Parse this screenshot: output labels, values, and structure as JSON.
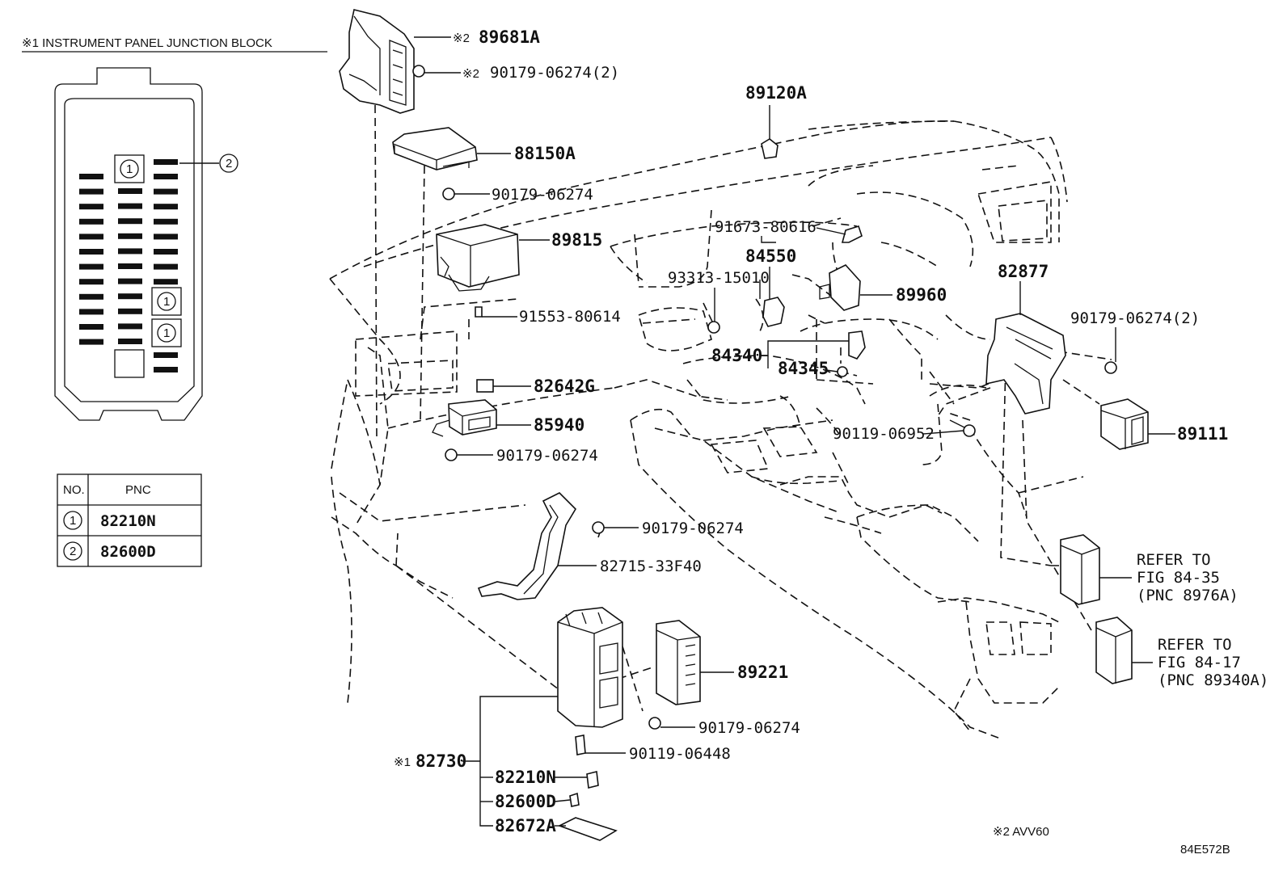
{
  "junction_block": {
    "title": "※1 INSTRUMENT PANEL JUNCTION BLOCK",
    "callout_1": "1",
    "callout_2": "2"
  },
  "table": {
    "headers": [
      "NO.",
      "PNC"
    ],
    "rows": [
      {
        "no": "1",
        "pnc": "82210N"
      },
      {
        "no": "2",
        "pnc": "82600D"
      }
    ]
  },
  "parts": {
    "p89681A_mark": "※2",
    "p89681A": "89681A",
    "p90179_06274_2a_mark": "※2",
    "p90179_06274_2a": "90179-06274(2)",
    "p88150A": "88150A",
    "p90179_06274_a": "90179-06274",
    "p89815": "89815",
    "p91553_80614": "91553-80614",
    "p82642G": "82642G",
    "p85940": "85940",
    "p90179_06274_b": "90179-06274",
    "p90179_06274_c": "90179-06274",
    "p82715_33F40": "82715-33F40",
    "p89221": "89221",
    "p90179_06274_d": "90179-06274",
    "p90119_06448": "90119-06448",
    "p82730_mark": "※1",
    "p82730": "82730",
    "p82210N": "82210N",
    "p82600D": "82600D",
    "p82672A": "82672A",
    "p89120A": "89120A",
    "p91673_80616": "91673-80616",
    "p84550": "84550",
    "p93313_15010": "93313-15010",
    "p89960": "89960",
    "p84340": "84340",
    "p84345": "84345",
    "p90119_06952": "90119-06952",
    "p82877": "82877",
    "p90179_06274_2b": "90179-06274(2)",
    "p89111": "89111"
  },
  "refer_1": {
    "line1": "REFER TO",
    "line2": "FIG 84-35",
    "line3": "(PNC 8976A)"
  },
  "refer_2": {
    "line1": "REFER TO",
    "line2": "FIG 84-17",
    "line3": "(PNC 89340A)"
  },
  "note": "※2 AVV60",
  "figure_code": "84E572B"
}
